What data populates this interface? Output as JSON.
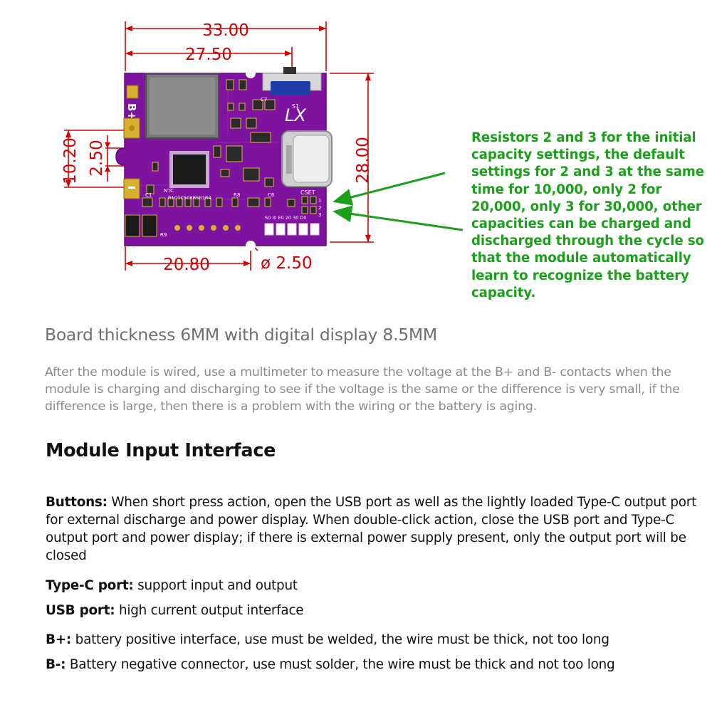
{
  "dimensions": {
    "width_total": "33.00",
    "width_inner": "27.50",
    "height_total": "28.00",
    "left_height_outer": "10.20",
    "left_height_inner": "2.50",
    "bottom_width": "20.80",
    "hole_diameter": "ø 2.50"
  },
  "board": {
    "color": "#7d139e",
    "logo": "LX",
    "labels": {
      "b_plus": "B+",
      "switch": "S1",
      "cset": "CSET",
      "ntc": "NTC",
      "c7": "C7",
      "r_row": "R1C1C5C6R5R1R4",
      "r8": "R8",
      "c6": "C6",
      "r9": "R9",
      "c1": "C1",
      "s_row": "S0 I0 E0 20 30 D0",
      "cset_nums": [
        "1",
        "2",
        "3"
      ]
    }
  },
  "annotation": {
    "text": "Resistors 2 and 3 for the initial capacity settings, the default settings for 2 and 3 at the same time for 10,000, only 2 for 20,000, only 3 for 30,000, other capacities can be charged and discharged through the cycle so that the module automatically learn to recognize the battery capacity.",
    "color": "#1aa01a"
  },
  "thickness": "Board thickness 6MM with digital display 8.5MM",
  "wiring_note": "After the module is wired, use a multimeter to measure the voltage at the B+ and B- contacts when the module is charging and discharging to see if the voltage is the same or the difference is very small, if the difference is large, then there is a problem with the wiring or the battery is aging.",
  "section_title": "Module Input Interface",
  "items": [
    {
      "term": "Buttons:",
      "desc": " When short press action, open the USB port as well as the lightly loaded Type-C output port for external discharge and power display. When double-click action, close the USB port and Type-C output port and power display; if there is external power supply present, only the output port will be closed"
    },
    {
      "term": "Type-C port:",
      "desc": " support input and output"
    },
    {
      "term": "USB port:",
      "desc": " high current output interface"
    },
    {
      "term": "B+:",
      "desc": " battery positive interface, use must be welded, the wire must be thick, not too long"
    },
    {
      "term": "B-:",
      "desc": " Battery negative connector, use must solder, the wire must be thick and not too long"
    }
  ]
}
